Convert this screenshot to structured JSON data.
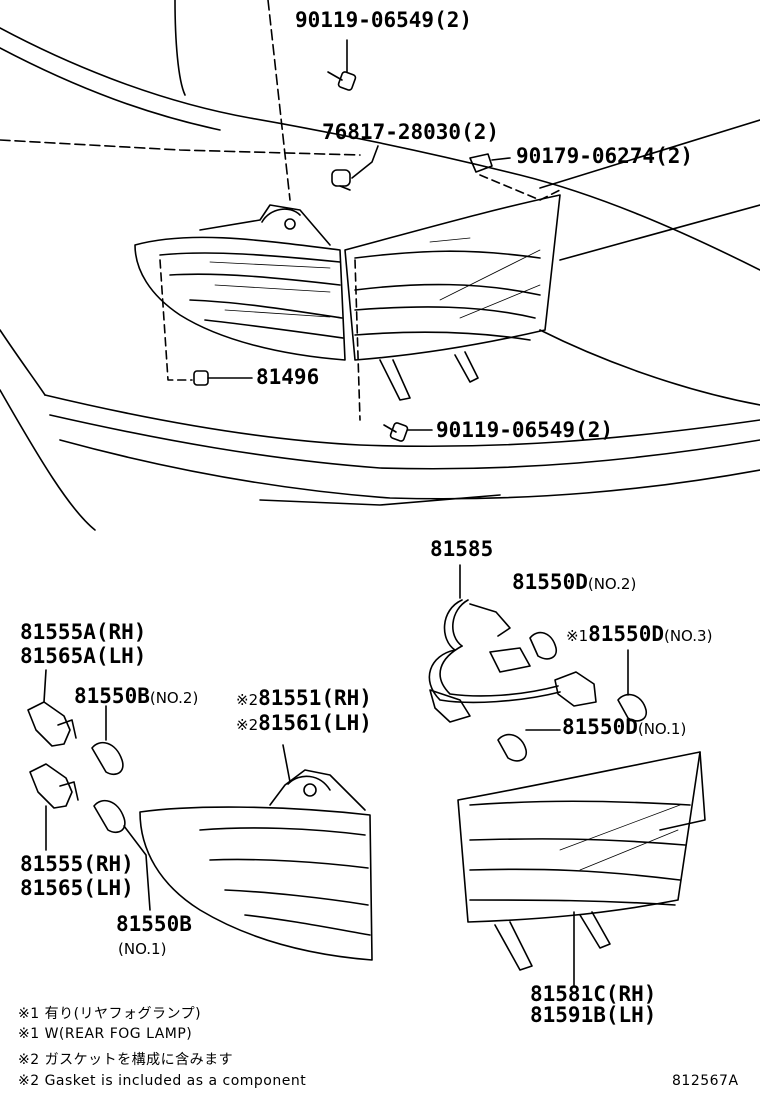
{
  "diagram_id": "812567A",
  "callouts": {
    "bolt_top": "90119-06549(2)",
    "clip_76817": "76817-28030(2)",
    "nut_90179": "90179-06274(2)",
    "screw_81496": "81496",
    "bolt_bottom": "90119-06549(2)",
    "socket_81585": "81585",
    "bulb_81550d_no2": "81550D",
    "bulb_81550d_no2_suffix": "(NO.2)",
    "bulb_81550d_no3_mark": "※1",
    "bulb_81550d_no3": "81550D",
    "bulb_81550d_no3_suffix": "(NO.3)",
    "bulb_81550d_no1": "81550D",
    "bulb_81550d_no1_suffix": "(NO.1)",
    "socket_81555a_rh": "81555A(RH)",
    "socket_81565a_lh": "81565A(LH)",
    "bulb_81550b_no2": "81550B",
    "bulb_81550b_no2_suffix": "(NO.2)",
    "lamp_81551_mark": "※2",
    "lamp_81551_rh": "81551(RH)",
    "lamp_81561_mark": "※2",
    "lamp_81561_lh": "81561(LH)",
    "socket_81555_rh": "81555(RH)",
    "socket_81565_lh": "81565(LH)",
    "bulb_81550b_no1": "81550B",
    "bulb_81550b_no1_suffix": "(NO.1)",
    "lamp_81581c_rh": "81581C(RH)",
    "lamp_81591b_lh": "81591B(LH)"
  },
  "notes": [
    "※1 有り(リヤフォグランプ)",
    "※1 W(REAR FOG LAMP)",
    "※2 ガスケットを構成に含みます",
    "※2 Gasket is included as a component"
  ]
}
